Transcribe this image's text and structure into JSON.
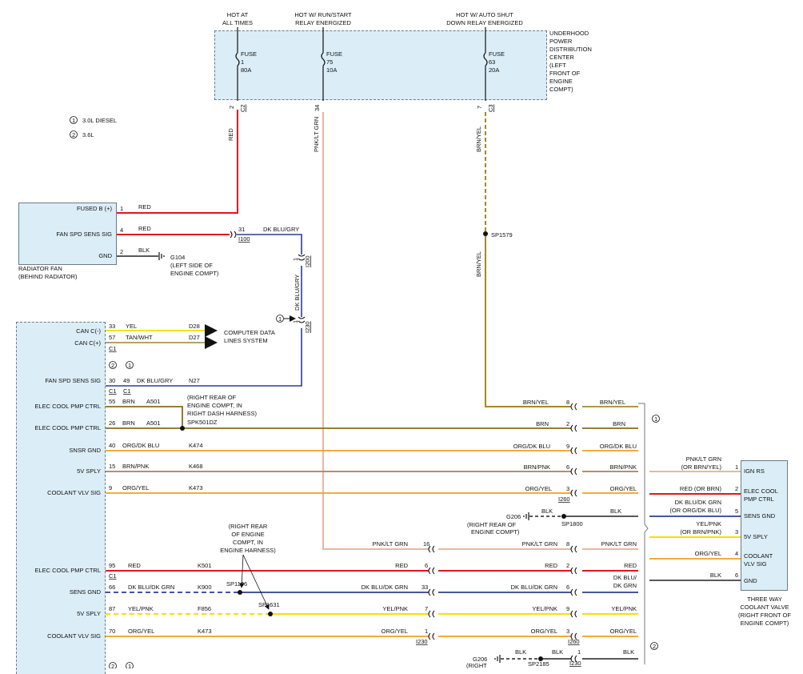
{
  "legend": {
    "n1": "1",
    "n1_text": "3.0L DIESEL",
    "n2": "2",
    "n2_text": "3.6L"
  },
  "pdc": {
    "label": [
      "UNDERHOOD",
      "POWER",
      "DISTRIBUTION",
      "CENTER",
      "(LEFT",
      "FRONT OF",
      "ENGINE",
      "COMPT)"
    ],
    "hot1": [
      "HOT AT",
      "ALL TIMES"
    ],
    "hot2": [
      "HOT W/ RUN/START",
      "RELAY ENERGIZED"
    ],
    "hot3": [
      "HOT W/ AUTO SHUT",
      "DOWN RELAY ENERGIZED"
    ],
    "fuse1": [
      "FUSE",
      "1",
      "80A"
    ],
    "fuse2": [
      "FUSE",
      "75",
      "10A"
    ],
    "fuse3": [
      "FUSE",
      "63",
      "20A"
    ],
    "pin1": "2",
    "conn1": "C2",
    "pin2": "34",
    "pin3": "7",
    "conn3": "C3"
  },
  "radfan": {
    "pins": [
      {
        "label": "FUSED B (+)",
        "num": "1",
        "wire": "RED"
      },
      {
        "label": "FAN SPD SENS SIG",
        "num": "4",
        "wire": "RED"
      },
      {
        "label": "GND",
        "num": "2",
        "wire": "BLK"
      }
    ],
    "name": [
      "RADIATOR FAN",
      "(BEHIND RADIATOR)"
    ],
    "ground": [
      "G104",
      "(LEFT SIDE OF",
      "ENGINE COMPT)"
    ]
  },
  "wires_vertical": {
    "red": "RED",
    "pnk": "PNK/LT GRN",
    "brn": "BRN/YEL",
    "brn2": "BRN/YEL",
    "dkblu": "DK BLU/GRY",
    "dkblu_top": "DK BLU/GRY",
    "sp1579": "SP1579",
    "i100_pin": "31",
    "i100": "I100",
    "i200_pin": "1",
    "i200": "I200",
    "i230_pin": "1",
    "i230": "I230",
    "note1": "1"
  },
  "pcm": {
    "rows": [
      {
        "label": "CAN C(-)",
        "num": "33",
        "wire": "YEL",
        "circuit": "D28"
      },
      {
        "label": "CAN C(+)",
        "num": "57",
        "wire": "TAN/WHT",
        "circuit": "D27"
      },
      {
        "label": "FAN SPD SENS SIG",
        "num": "30",
        "num2": "49",
        "wire": "DK BLU/GRY",
        "circuit": "N27"
      },
      {
        "label": "ELEC COOL PMP CTRL",
        "num": "55",
        "wire": "BRN",
        "circuit": "A501"
      },
      {
        "label": "ELEC COOL PMP CTRL",
        "num": "26",
        "wire": "BRN",
        "circuit": "A501"
      },
      {
        "label": "SNSR GND",
        "num": "40",
        "wire": "ORG/DK BLU",
        "circuit": "K474"
      },
      {
        "label": "5V SPLY",
        "num": "15",
        "wire": "BRN/PNK",
        "circuit": "K468"
      },
      {
        "label": "COOLANT VLV SIG",
        "num": "9",
        "wire": "ORG/YEL",
        "circuit": "K473"
      },
      {
        "label": "ELEC COOL PMP CTRL",
        "num": "95",
        "wire": "RED",
        "circuit": "K501"
      },
      {
        "label": "SENS GND",
        "num": "66",
        "wire": "DK BLU/DK GRN",
        "circuit": "K900"
      },
      {
        "label": "5V SPLY",
        "num": "87",
        "wire": "YEL/PNK",
        "circuit": "F856"
      },
      {
        "label": "COOLANT VLV SIG",
        "num": "70",
        "wire": "ORG/YEL",
        "circuit": "K473"
      }
    ],
    "c1": "C1",
    "note2": "2",
    "note1": "1",
    "bottom_notes": [
      "2",
      "1"
    ]
  },
  "computer_data": [
    "COMPUTER DATA",
    "LINES SYSTEM"
  ],
  "spk501": [
    "(RIGHT REAR OF",
    "ENGINE COMPT, IN",
    "RIGHT DASH HARNESS)",
    "SPK501DZ"
  ],
  "upper_right": {
    "rows": [
      {
        "wire_l": "BRN/YEL",
        "pin": "8",
        "wire_r": "BRN/YEL"
      },
      {
        "wire_l": "BRN",
        "pin": "2",
        "wire_r": "BRN"
      },
      {
        "wire_l": "ORG/DK BLU",
        "pin": "9",
        "wire_r": "ORG/DK BLU"
      },
      {
        "wire_l": "BRN/PNK",
        "pin": "6",
        "wire_r": "BRN/PNK"
      },
      {
        "wire_l": "ORG/YEL",
        "pin": "3",
        "wire_r": "ORG/YEL"
      }
    ],
    "conn": "I260",
    "g206": "G206",
    "g206_note": [
      "(RIGHT REAR OF",
      "ENGINE COMPT)"
    ],
    "blk_l": "BLK",
    "blk_r": "BLK",
    "sp1800": "SP1800",
    "note": "1"
  },
  "lower": {
    "left_pins": [
      {
        "wire": "PNK/LT GRN",
        "pin": "16"
      },
      {
        "wire": "RED",
        "pin": "6"
      },
      {
        "wire": "DK BLU/DK GRN",
        "pin": "33"
      },
      {
        "wire": "YEL/PNK",
        "pin": "7"
      },
      {
        "wire": "ORG/YEL",
        "pin": "1"
      }
    ],
    "conn_left": "I230",
    "right_pins": [
      {
        "wire_l": "PNK/LT GRN",
        "pin": "8",
        "wire_r": "PNK/LT GRN"
      },
      {
        "wire_l": "RED",
        "pin": "2",
        "wire_r": "RED"
      },
      {
        "wire_l": "DK BLU/DK GRN",
        "pin": "6",
        "wire_r1": "DK BLU/",
        "wire_r2": "DK GRN"
      },
      {
        "wire_l": "YEL/PNK",
        "pin": "9",
        "wire_r": "YEL/PNK"
      },
      {
        "wire_l": "ORG/YEL",
        "pin": "3",
        "wire_r": "ORG/YEL"
      }
    ],
    "conn_right": "I260",
    "harness_note": [
      "(RIGHT REAR",
      "OF ENGINE",
      "COMPT, IN",
      "ENGINE HARNESS)"
    ],
    "sp1106": "SP1106",
    "sp1631": "SP1631",
    "g206": "G206",
    "g206_note": "(RIGHT",
    "blk1": "BLK",
    "blk2": "BLK",
    "blk3": "BLK",
    "pin_bottom": "1",
    "sp2185": "SP2185",
    "conn_bottom": "I230",
    "note": "2"
  },
  "valve": {
    "pins": [
      {
        "num": "1",
        "label": [
          "IGN RS"
        ],
        "wire": [
          "PNK/LT GRN",
          "(OR BRN/YEL)"
        ]
      },
      {
        "num": "2",
        "label": [
          "ELEC COOL",
          "PMP CTRL"
        ],
        "wire": [
          "RED    (OR BRN)"
        ]
      },
      {
        "num": "5",
        "label": [
          "SENS GND"
        ],
        "wire": [
          "DK BLU/DK GRN",
          "(OR ORG/DK BLU)"
        ]
      },
      {
        "num": "3",
        "label": [
          "5V SPLY"
        ],
        "wire": [
          "YEL/PNK",
          "(OR BRN/PNK)"
        ]
      },
      {
        "num": "4",
        "label": [
          "COOLANT",
          "VLV SIG"
        ],
        "wire": [
          "ORG/YEL"
        ]
      },
      {
        "num": "6",
        "label": [
          "GND"
        ],
        "wire": [
          "BLK"
        ]
      }
    ],
    "name": [
      "THREE WAY",
      "COOLANT VALVE",
      "(RIGHT FRONT OF",
      "ENGINE COMPT)"
    ]
  },
  "colors": {
    "red": "#e8141c",
    "pnk": "#e2b9a3",
    "brn": "#8a6a1c",
    "brnyel": "#a78628",
    "dkblu": "#2d3e8f",
    "yel": "#f2e200",
    "org": "#f0a020",
    "tan": "#b9a068",
    "blk": "#222222",
    "box": "#dbeef7"
  }
}
